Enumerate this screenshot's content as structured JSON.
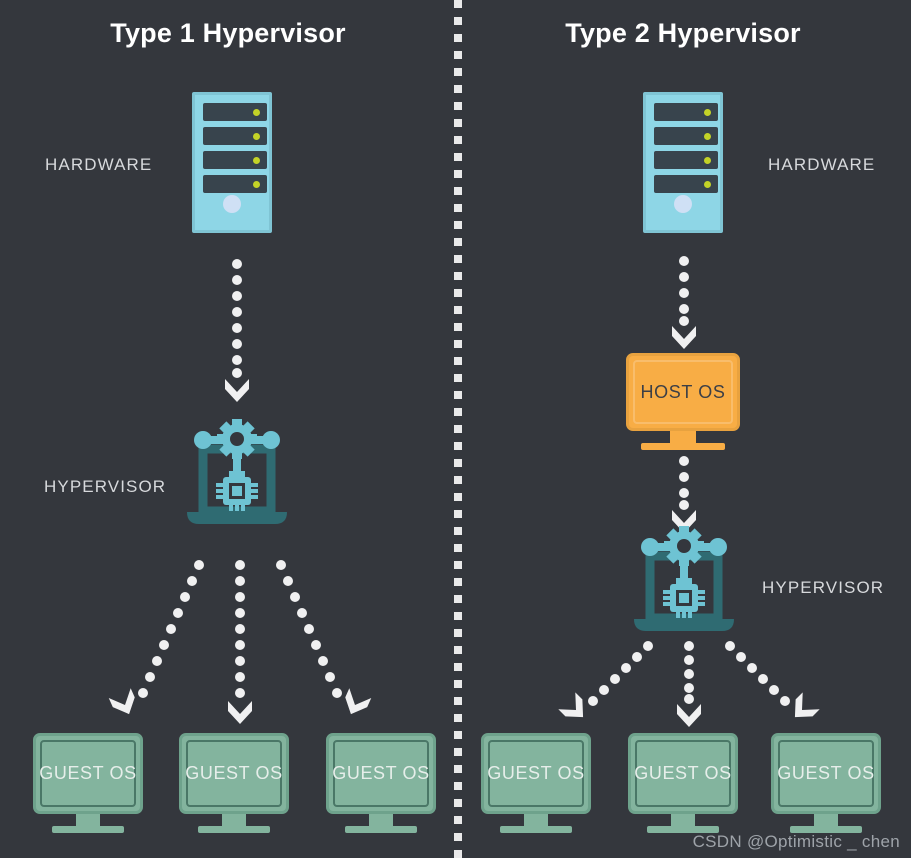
{
  "background_color": "#34373d",
  "panels": [
    {
      "id": "type1",
      "title": "Type 1 Hypervisor"
    },
    {
      "id": "type2",
      "title": "Type 2 Hypervisor"
    }
  ],
  "labels": {
    "hardware_left": "HARDWARE",
    "hardware_right": "HARDWARE",
    "hypervisor_left": "HYPERVISOR",
    "hypervisor_right": "HYPERVISOR",
    "host_os": "HOST OS",
    "guest_os": "GUEST OS"
  },
  "left_panel": {
    "hardware_label": "HARDWARE",
    "hypervisor_label": "HYPERVISOR",
    "guests": [
      {
        "label": "GUEST OS"
      },
      {
        "label": "GUEST OS"
      },
      {
        "label": "GUEST OS"
      }
    ]
  },
  "right_panel": {
    "hardware_label": "HARDWARE",
    "host_os_label": "HOST OS",
    "hypervisor_label": "HYPERVISOR",
    "guests": [
      {
        "label": "GUEST OS"
      },
      {
        "label": "GUEST OS"
      },
      {
        "label": "GUEST OS"
      }
    ]
  },
  "colors": {
    "background": "#34373d",
    "title_text": "#ffffff",
    "label_text": "#d7d9dc",
    "server_body": "#8ed6e6",
    "server_bay": "#38444d",
    "server_led": "#c3d327",
    "server_power": "#cfe0f5",
    "host_os_fill": "#f8ad45",
    "host_os_text": "#3c3f46",
    "guest_os_fill": "#83b49e",
    "guest_os_border": "#4a7767",
    "guest_os_text": "#e6eeea",
    "hypervisor_laptop": "#2f6b72",
    "hypervisor_accent": "#6ec3d3",
    "arrow": "#f0f0f1",
    "divider": "#e9e9ea",
    "watermark_text": "#9ea3a9"
  },
  "watermark": "CSDN @Optimistic _ chen"
}
